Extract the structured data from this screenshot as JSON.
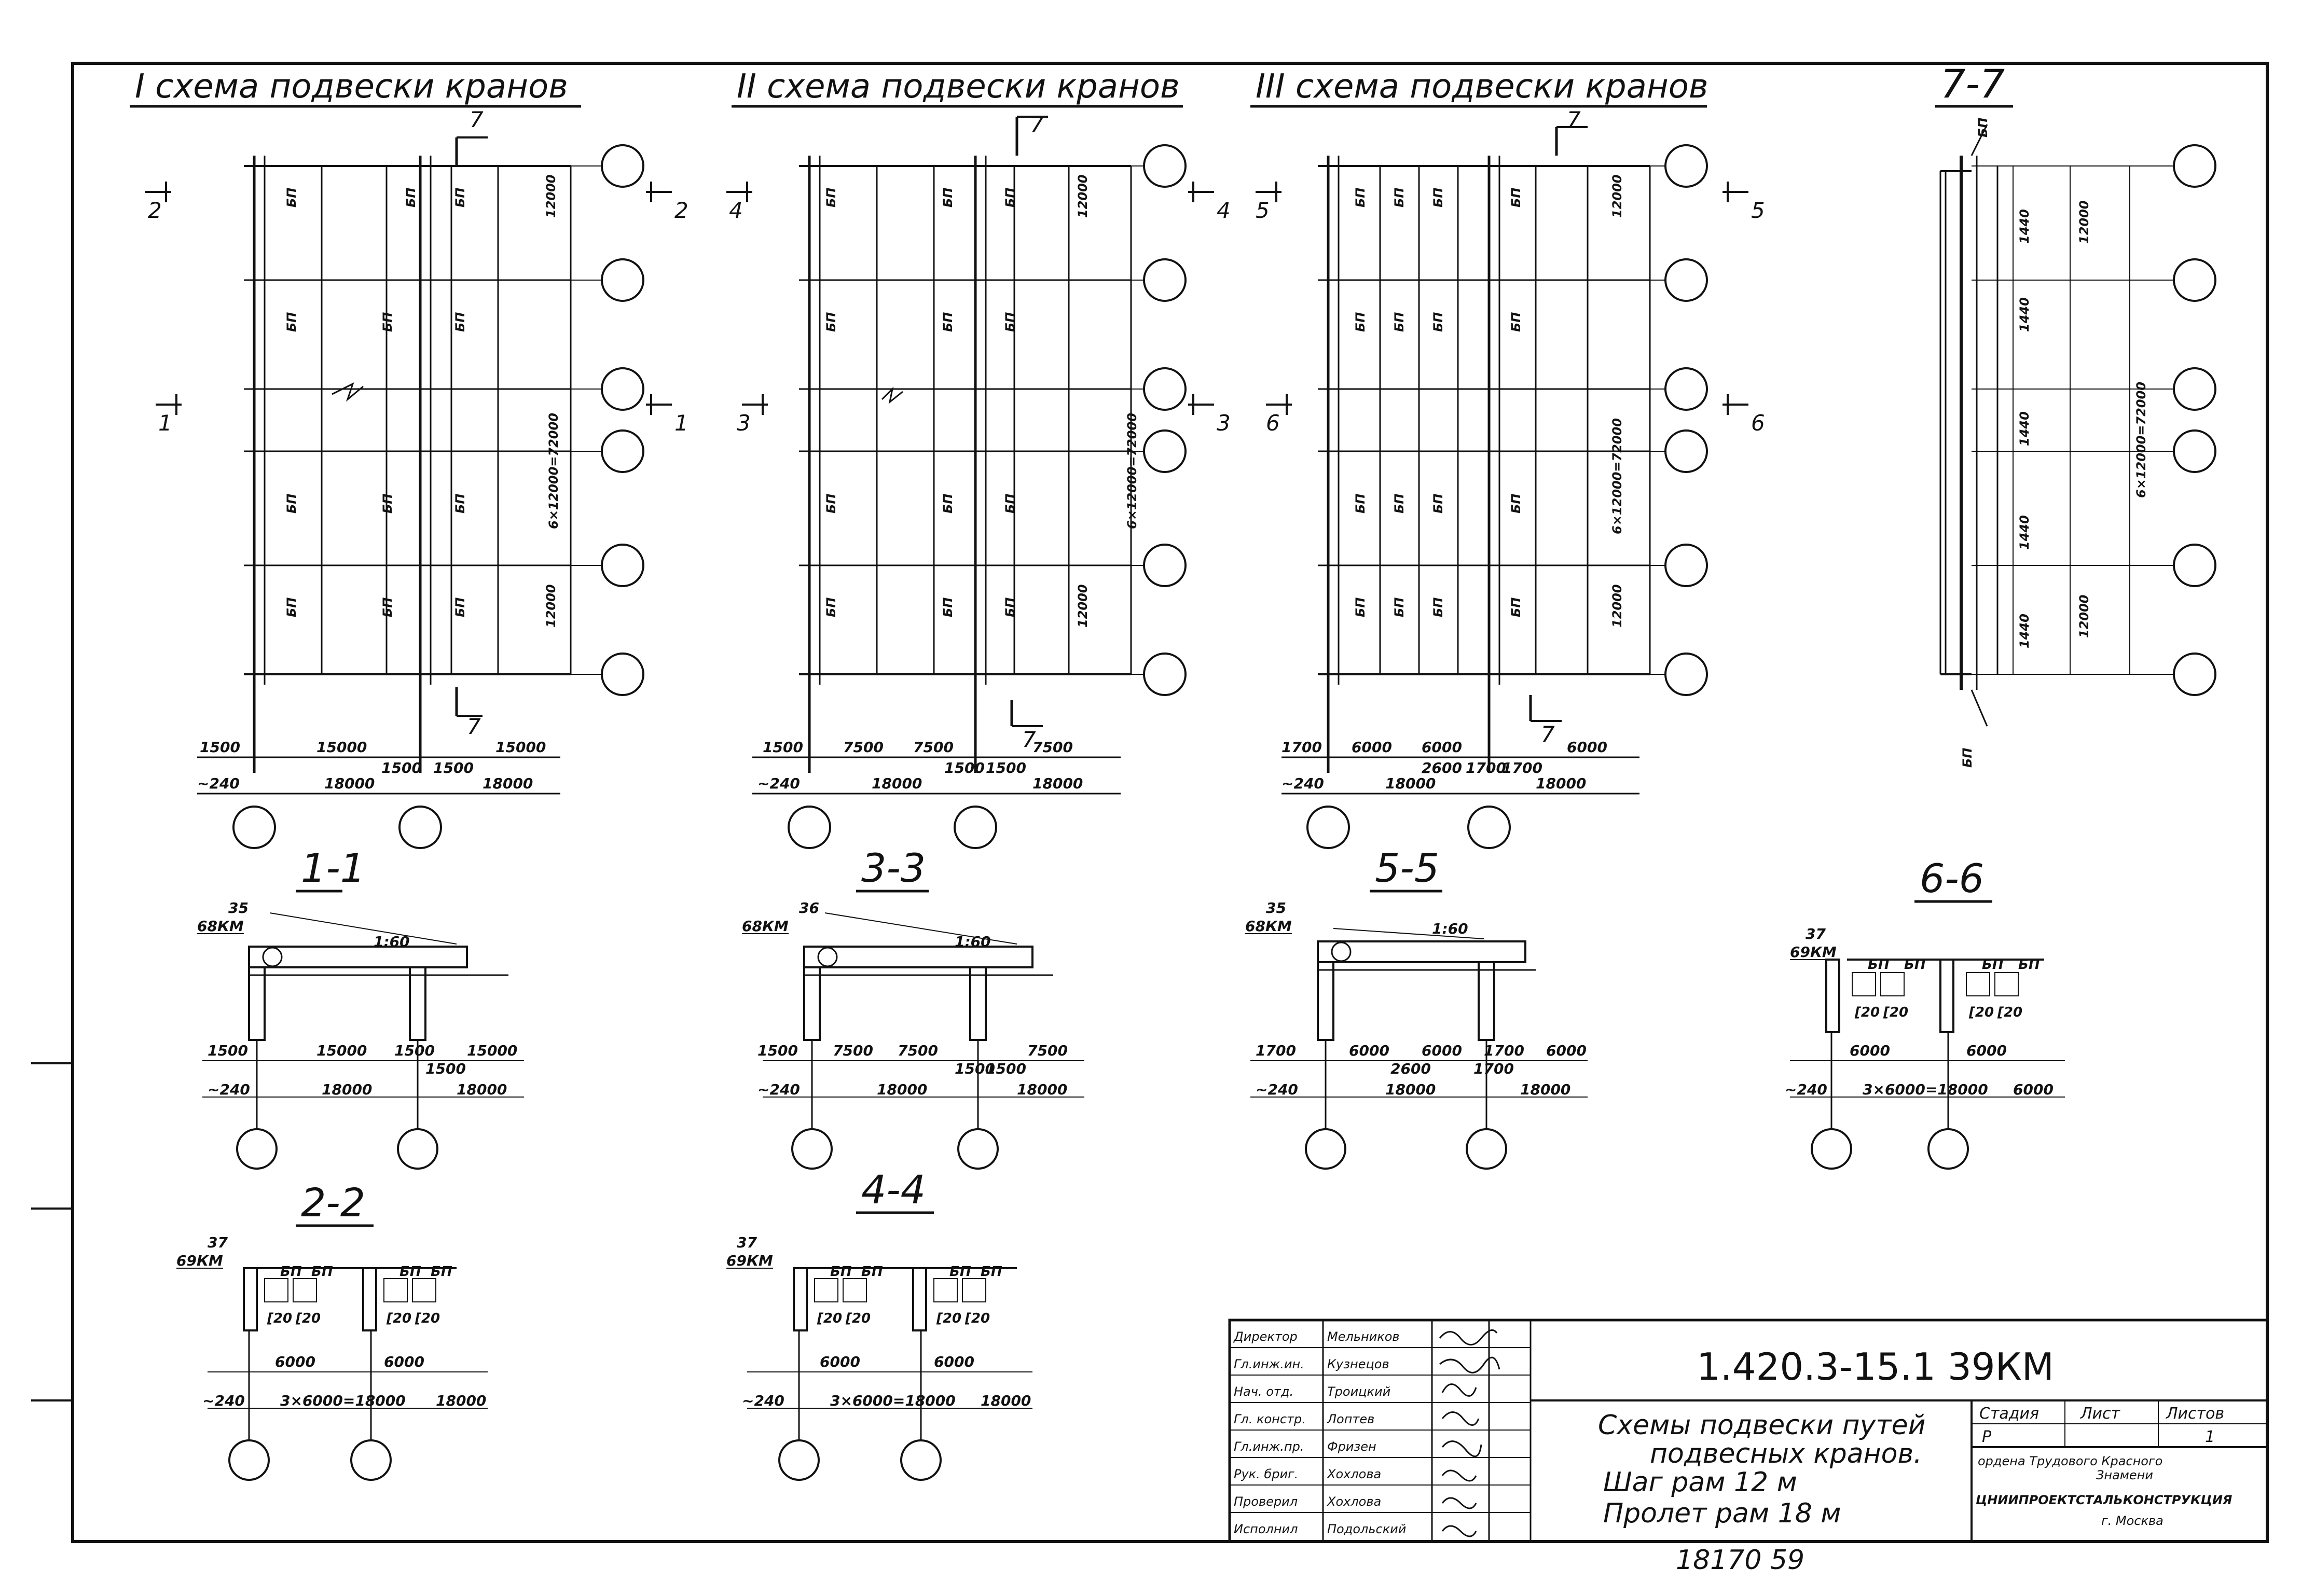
{
  "scheme1": {
    "title": "I схема подвески кранов",
    "cut7": "7",
    "label_bp": "БП",
    "cut_top": "2",
    "cut_mid": "1",
    "dim_total": "6×12000=72000",
    "dim_12000": "12000",
    "bottom": {
      "a": "1500",
      "b": "15000",
      "c": "1500",
      "d": "1500",
      "e": "15000",
      "off": "~240",
      "s1": "18000",
      "s2": "18000"
    }
  },
  "scheme2": {
    "title": "II схема подвески кранов",
    "cut7": "7",
    "label_bp": "БП",
    "cut_top": "4",
    "cut_mid": "3",
    "dim_total": "6×12000=72000",
    "dim_12000": "12000",
    "bottom": {
      "a": "1500",
      "b": "7500",
      "c": "7500",
      "d": "1500",
      "e": "1500",
      "f": "7500",
      "off": "~240",
      "s1": "18000",
      "s2": "18000"
    }
  },
  "scheme3": {
    "title": "III схема подвески кранов",
    "cut7": "7",
    "label_bp": "БП",
    "cut_top": "5",
    "cut_mid": "6",
    "dim_total": "6×12000=72000",
    "dim_12000": "12000",
    "bottom": {
      "a": "1700",
      "b": "6000",
      "c": "6000",
      "d": "6000",
      "e": "1700",
      "f": "1700",
      "g": "2600",
      "off": "~240",
      "s1": "18000",
      "s2": "18000"
    }
  },
  "section77": {
    "title": "7-7",
    "bm": "БП",
    "dim_1440": "1440",
    "dim_12000": "12000",
    "dim_total": "6×12000=72000",
    "bp": "БП"
  },
  "section11": {
    "title": "1-1",
    "mark_no": "35",
    "mark_code": "68КМ",
    "slope": "1:60",
    "d": [
      "1500",
      "15000",
      "1500",
      "1500",
      "15000"
    ],
    "off": "~240",
    "s1": "18000",
    "s2": "18000"
  },
  "section33": {
    "title": "3-3",
    "mark_no": "36",
    "mark_code": "68КМ",
    "slope": "1:60",
    "d": [
      "1500",
      "7500",
      "7500",
      "1500",
      "1500",
      "7500"
    ],
    "off": "~240",
    "s1": "18000",
    "s2": "18000"
  },
  "section55": {
    "title": "5-5",
    "mark_no": "35",
    "mark_code": "68КМ",
    "slope": "1:60",
    "d": [
      "1700",
      "6000",
      "6000",
      "1700",
      "6000",
      "2600",
      "1700"
    ],
    "off": "~240",
    "s1": "18000",
    "s2": "18000"
  },
  "section66": {
    "title": "6-6",
    "mark_no": "37",
    "mark_code": "69КМ",
    "bp": "БП",
    "c20": "[20",
    "d1": "6000",
    "d2": "6000",
    "off": "~240",
    "span": "3×6000=18000",
    "end": "6000"
  },
  "section22": {
    "title": "2-2",
    "mark_no": "37",
    "mark_code": "69КМ",
    "bp": "БП",
    "c20": "[20",
    "d1": "6000",
    "d2": "6000",
    "off": "~240",
    "span": "3×6000=18000",
    "end": "18000"
  },
  "section44": {
    "title": "4-4",
    "mark_no": "37",
    "mark_code": "69КМ",
    "bp": "БП",
    "c20": "[20",
    "d1": "6000",
    "d2": "6000",
    "off": "~240",
    "span": "3×6000=18000",
    "end": "18000"
  },
  "title_block": {
    "rows": [
      {
        "role": "Директор",
        "name": "Мельников"
      },
      {
        "role": "Гл.инж.ин.",
        "name": "Кузнецов"
      },
      {
        "role": "Нач. отд.",
        "name": "Троицкий"
      },
      {
        "role": "Гл. констр.",
        "name": "Лоптев"
      },
      {
        "role": "Гл.инж.пр.",
        "name": "Фризен"
      },
      {
        "role": "Рук. бриг.",
        "name": "Хохлова"
      },
      {
        "role": "Проверил",
        "name": "Хохлова"
      },
      {
        "role": "Исполнил",
        "name": "Подольский"
      }
    ],
    "code": "1.420.3-15.1 39КМ",
    "desc1": "Схемы подвески путей",
    "desc2": "подвесных кранов.",
    "desc3": "Шаг рам 12 м",
    "desc4": "Пролет рам 18 м",
    "stage_h": "Стадия",
    "sheet_h": "Лист",
    "sheets_h": "Листов",
    "stage": "Р",
    "sheet": "",
    "sheets": "1",
    "org1": "ордена Трудового Красного",
    "org2": "Знамени",
    "org3": "ЦНИИПРОЕКТСТАЛЬКОНСТРУКЦИЯ",
    "org4": "г. Москва",
    "bottom_note": "18170  59"
  }
}
